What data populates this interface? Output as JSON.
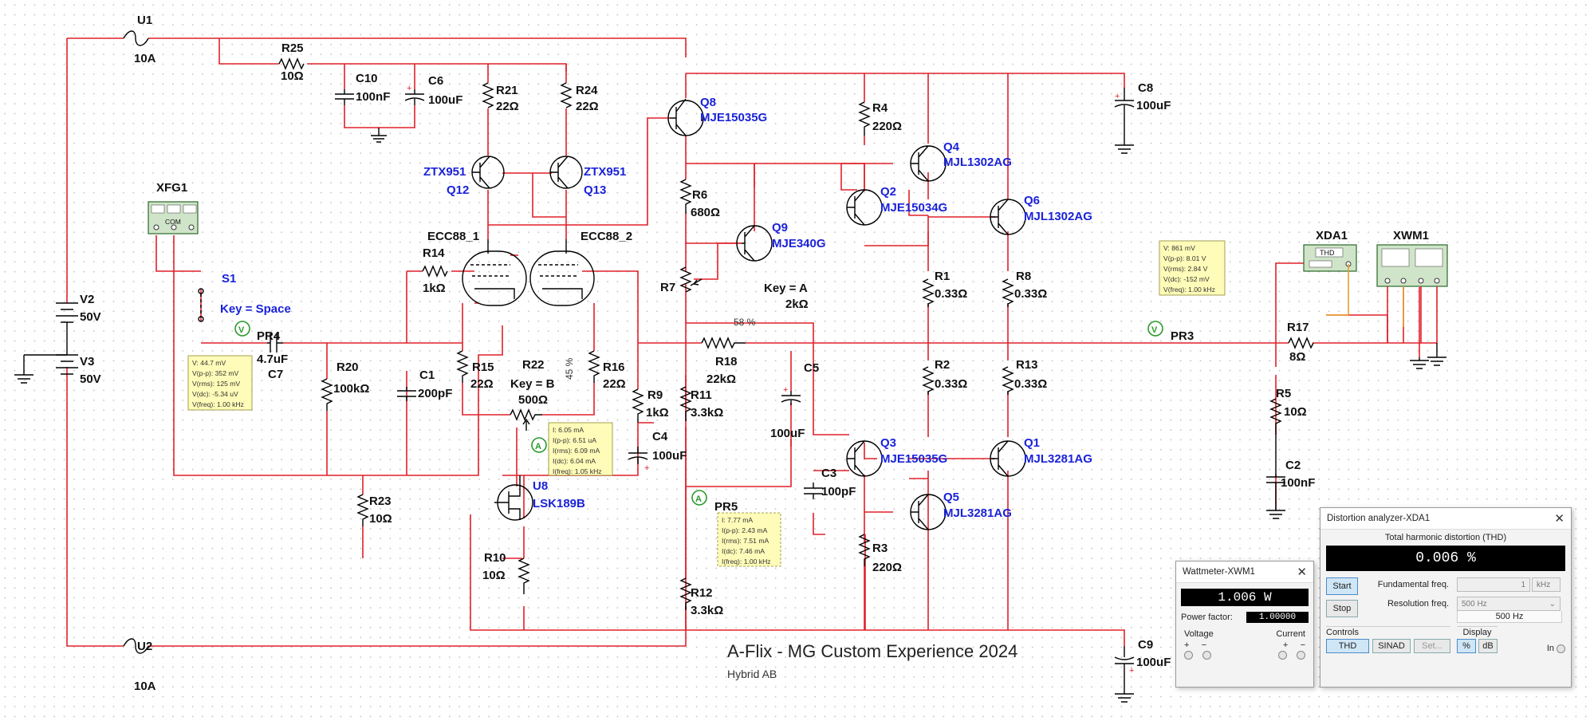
{
  "schematic": {
    "title": "A-Flix - MG Custom Experience 2024",
    "subtitle": "Hybrid AB",
    "fuses": [
      {
        "ref": "U1",
        "value": "10A"
      },
      {
        "ref": "U2",
        "value": "10A"
      }
    ],
    "supplies": [
      {
        "ref": "V2",
        "value": "50V"
      },
      {
        "ref": "V3",
        "value": "50V"
      }
    ],
    "resistors": [
      {
        "ref": "R25",
        "value": "10Ω"
      },
      {
        "ref": "R21",
        "value": "22Ω"
      },
      {
        "ref": "R24",
        "value": "22Ω"
      },
      {
        "ref": "R14",
        "value": "1kΩ"
      },
      {
        "ref": "R15",
        "value": "22Ω"
      },
      {
        "ref": "R16",
        "value": "22Ω"
      },
      {
        "ref": "R20",
        "value": "100kΩ"
      },
      {
        "ref": "R23",
        "value": "10Ω"
      },
      {
        "ref": "R9",
        "value": "1kΩ"
      },
      {
        "ref": "R10",
        "value": "10Ω"
      },
      {
        "ref": "R6",
        "value": "680Ω"
      },
      {
        "ref": "R18",
        "value": "22kΩ"
      },
      {
        "ref": "R11",
        "value": "3.3kΩ"
      },
      {
        "ref": "R12",
        "value": "3.3kΩ"
      },
      {
        "ref": "R4",
        "value": "220Ω"
      },
      {
        "ref": "R3",
        "value": "220Ω"
      },
      {
        "ref": "R1",
        "value": "0.33Ω"
      },
      {
        "ref": "R2",
        "value": "0.33Ω"
      },
      {
        "ref": "R8",
        "value": "0.33Ω"
      },
      {
        "ref": "R13",
        "value": "0.33Ω"
      },
      {
        "ref": "R17",
        "value": "8Ω"
      },
      {
        "ref": "R5",
        "value": "10Ω"
      }
    ],
    "capacitors": [
      {
        "ref": "C10",
        "value": "100nF"
      },
      {
        "ref": "C6",
        "value": "100uF"
      },
      {
        "ref": "C7",
        "value": "4.7uF"
      },
      {
        "ref": "C1",
        "value": "200pF"
      },
      {
        "ref": "C4",
        "value": "100uF"
      },
      {
        "ref": "C5",
        "value": "100uF"
      },
      {
        "ref": "C3",
        "value": "100pF"
      },
      {
        "ref": "C8",
        "value": "100uF"
      },
      {
        "ref": "C9",
        "value": "100uF"
      },
      {
        "ref": "C2",
        "value": "100nF"
      }
    ],
    "transistors": [
      {
        "ref": "Q12",
        "part": "ZTX951"
      },
      {
        "ref": "Q13",
        "part": "ZTX951"
      },
      {
        "ref": "Q8",
        "part": "MJE15035G"
      },
      {
        "ref": "Q9",
        "part": "MJE340G"
      },
      {
        "ref": "Q4",
        "part": "MJL1302AG"
      },
      {
        "ref": "Q2",
        "part": "MJE15034G"
      },
      {
        "ref": "Q6",
        "part": "MJL1302AG"
      },
      {
        "ref": "Q3",
        "part": "MJE15035G"
      },
      {
        "ref": "Q1",
        "part": "MJL3281AG"
      },
      {
        "ref": "Q5",
        "part": "MJL3281AG"
      },
      {
        "ref": "U8",
        "part": "LSK189B"
      }
    ],
    "tubes": [
      "ECC88_1",
      "ECC88_2"
    ],
    "pots": [
      {
        "ref": "R22",
        "key": "Key = B",
        "value": "500Ω",
        "pct": "45 %"
      },
      {
        "ref": "R7",
        "key": "Key = A",
        "value": "2kΩ",
        "pct": "58 %"
      }
    ],
    "switch": {
      "ref": "S1",
      "key": "Key = Space"
    },
    "instruments": {
      "xfg": "XFG1",
      "xfg_com": "COM",
      "xda": "XDA1",
      "xda_label": "THD",
      "xwm": "XWM1"
    },
    "probes": [
      {
        "ref": "PR4",
        "lines": [
          "V: 44.7 mV",
          "V(p-p): 352 mV",
          "V(rms): 125 mV",
          "V(dc): -5.34 uV",
          "V(freq): 1.00 kHz"
        ]
      },
      {
        "ref": "PR3",
        "lines": [
          "V: 861 mV",
          "V(p-p): 8.01 V",
          "V(rms): 2.84 V",
          "V(dc): -152 mV",
          "V(freq): 1.00 kHz"
        ]
      },
      {
        "ref": "",
        "lines": [
          "I: 6.05 mA",
          "I(p-p): 6.51 uA",
          "I(rms): 6.09 mA",
          "I(dc): 6.04 mA",
          "I(freq): 1.05 kHz"
        ]
      },
      {
        "ref": "PR5",
        "lines": [
          "I: 7.77 mA",
          "I(p-p): 2.43 mA",
          "I(rms): 7.51 mA",
          "I(dc): 7.46 mA",
          "I(freq): 1.00 kHz"
        ]
      }
    ],
    "colors": {
      "wire": "#e0202a",
      "label_blue": "#1a22d8",
      "probe_bg": "#fffbb8"
    }
  },
  "wattmeter": {
    "title": "Wattmeter-XWM1",
    "reading": "1.006 W",
    "pf_label": "Power factor:",
    "pf_value": "1.00000",
    "voltage_label": "Voltage",
    "current_label": "Current",
    "plus": "+",
    "minus": "−"
  },
  "distortion": {
    "title": "Distortion analyzer-XDA1",
    "thd_label": "Total harmonic distortion (THD)",
    "thd_value": "0.006 %",
    "start": "Start",
    "stop": "Stop",
    "fund_label": "Fundamental freq.",
    "fund_value": "1",
    "fund_unit": "kHz",
    "res_label": "Resolution freq.",
    "res_value": "500 Hz",
    "res_below": "500 Hz",
    "set_label": "Set...",
    "controls_label": "Controls",
    "display_label": "Display",
    "thd_btn": "THD",
    "sinad_btn": "SINAD",
    "pct_btn": "%",
    "db_btn": "dB",
    "in_label": "In"
  }
}
